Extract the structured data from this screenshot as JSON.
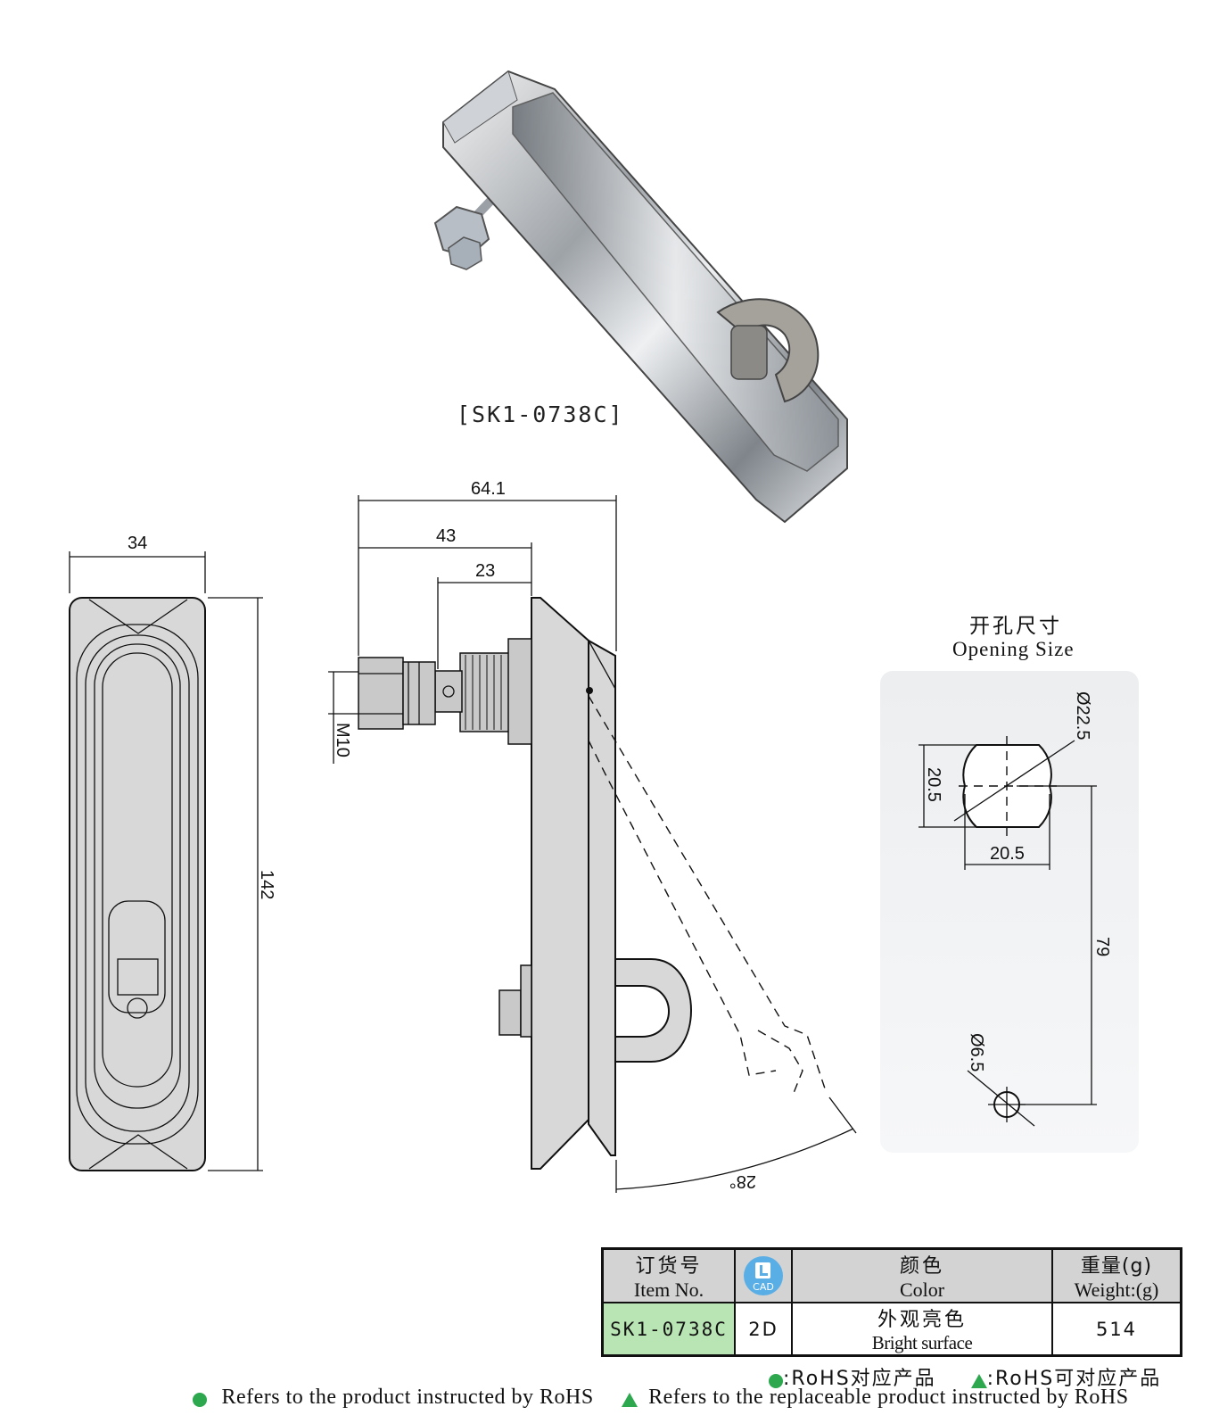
{
  "product": {
    "model_label": "[SK1-0738C]"
  },
  "dimensions": {
    "front_width": "34",
    "front_height": "142",
    "side_total_depth": "64.1",
    "side_depth_43": "43",
    "side_depth_23": "23",
    "thread": "M10",
    "swing_angle": "28°"
  },
  "opening": {
    "title_cn": "开孔尺寸",
    "title_en": "Opening Size",
    "diameter_large": "Ø22.5",
    "flat_height": "20.5",
    "flat_width": "20.5",
    "center_distance": "79",
    "diameter_small": "Ø6.5"
  },
  "table": {
    "headers": {
      "item_cn": "订货号",
      "item_en": "Item No.",
      "cad_label": "CAD",
      "color_cn": "颜色",
      "color_en": "Color",
      "weight_cn": "重量(g)",
      "weight_en": "Weight:(g)"
    },
    "row": {
      "item_no": "SK1-0738C",
      "cad": "2D",
      "color_cn": "外观亮色",
      "color_en": "Bright surface",
      "weight": "514"
    }
  },
  "legend": {
    "rohs_cn": ":RoHS对应产品",
    "replaceable_cn": ":RoHS可对应产品",
    "rohs_en": "Refers to the product instructed by RoHS",
    "replaceable_en": "Refers to the replaceable product instructed by RoHS"
  },
  "colors": {
    "rohs_green": "#2da84f",
    "cad_blue": "#5aaee6",
    "item_cell_green": "#b9e4b4",
    "header_gray": "#d3d3d3"
  }
}
